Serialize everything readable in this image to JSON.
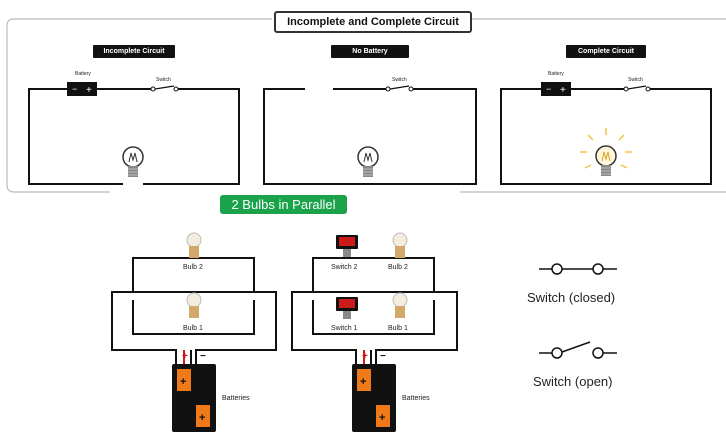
{
  "top": {
    "title": "Incomplete and Complete Circuit",
    "panels": [
      {
        "tag": "Incomplete Circuit",
        "battery": "Battery",
        "switch": "Switch"
      },
      {
        "tag": "No Battery",
        "switch": "Switch"
      },
      {
        "tag": "Complete Circuit",
        "battery": "Battery",
        "switch": "Switch"
      }
    ]
  },
  "bottom": {
    "title": "2 Bulbs in Parallel",
    "left": {
      "bulb2": "Bulb 2",
      "bulb1": "Bulb 1",
      "batteries": "Batteries"
    },
    "right": {
      "switch2": "Switch 2",
      "bulb2": "Bulb 2",
      "switch1": "Switch 1",
      "bulb1": "Bulb 1",
      "batteries": "Batteries"
    }
  },
  "legend": {
    "closed": "Switch (closed)",
    "open": "Switch (open)"
  },
  "colors": {
    "accent": "#1aa34a",
    "battery_orange": "#f07a1a",
    "rocker_red": "#cc1a1a",
    "glow": "#f6c445"
  }
}
